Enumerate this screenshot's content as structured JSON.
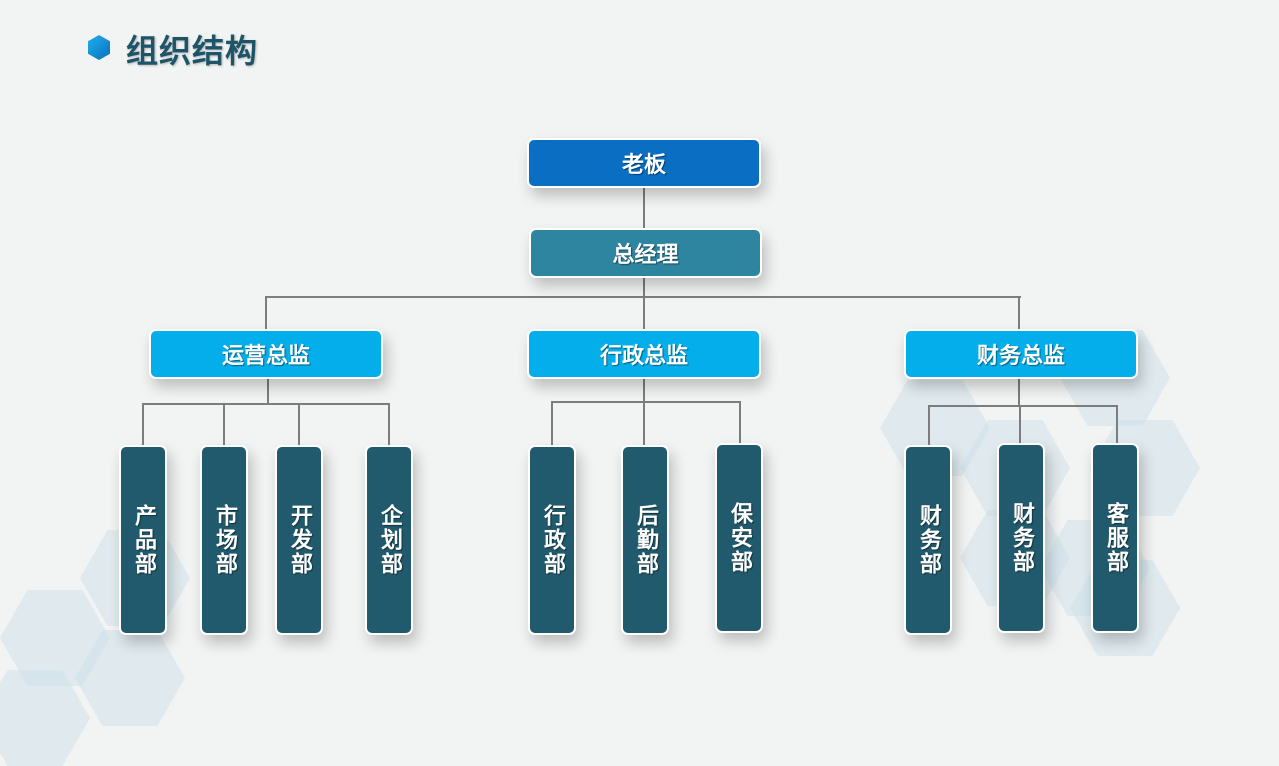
{
  "page": {
    "title": "组织结构",
    "title_icon": "hexagon-icon"
  },
  "colors": {
    "boss": "#0a6fc2",
    "gm": "#2e85a0",
    "director": "#04aeea",
    "department": "#205a6c",
    "title": "#1d5468",
    "connector": "#7d7d7d"
  },
  "org": {
    "boss": "老板",
    "gm": "总经理",
    "directors": [
      {
        "label": "运营总监",
        "departments": [
          "产品部",
          "市场部",
          "开发部",
          "企划部"
        ]
      },
      {
        "label": "行政总监",
        "departments": [
          "行政部",
          "后勤部",
          "保安部"
        ]
      },
      {
        "label": "财务总监",
        "departments": [
          "财务部",
          "财务部",
          "客服部"
        ]
      }
    ]
  }
}
